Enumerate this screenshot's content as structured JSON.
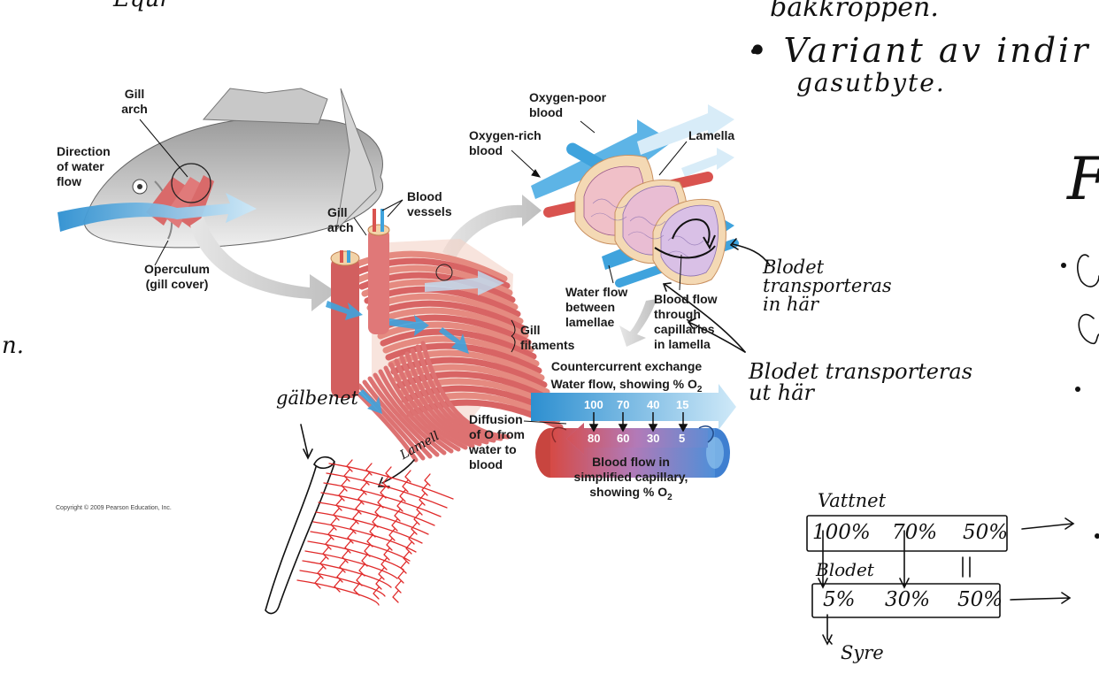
{
  "textbook": {
    "labels": {
      "gill_arch_fish": "Gill\narch",
      "water_flow_direction": "Direction\nof water\nflow",
      "operculum": "Operculum\n(gill cover)",
      "gill_arch_detail": "Gill\narch",
      "blood_vessels": "Blood\nvessels",
      "gill_filaments": "Gill\nfilaments",
      "oxygen_poor_blood": "Oxygen-poor\nblood",
      "oxygen_rich_blood": "Oxygen-rich\nblood",
      "lamella": "Lamella",
      "water_between_lamellae": "Water flow\nbetween\nlamellae",
      "blood_through_capillaries": "Blood flow\nthrough\ncapillaries\nin lamella",
      "countercurrent_title": "Countercurrent exchange",
      "water_flow_pct": "Water flow, showing % O",
      "diffusion": "Diffusion\nof O  from\nwater to\nblood",
      "blood_flow_capillary": "Blood flow in\nsimplified capillary,\nshowing % O",
      "subscript_2": "2"
    },
    "water_o2_percent": [
      "100",
      "70",
      "40",
      "15"
    ],
    "blood_o2_percent": [
      "80",
      "60",
      "30",
      "5"
    ],
    "copyright": "Copyright © 2009 Pearson Education, Inc."
  },
  "handwriting": {
    "top_left_partial": "Equr",
    "top_right_1": "bakkroppen.",
    "top_right_2": "• Variant av indir",
    "top_right_3": "gasutbyte.",
    "right_edge_letter": "F",
    "left_edge": "n.",
    "blood_in": "Blodet\ntransporteras\nin här",
    "blood_out": "Blodet transporteras\nut här",
    "gill_bone": "gälbenet",
    "lamell": "Lamell",
    "water_box_title": "Vattnet",
    "water_values": [
      "100%",
      "70%",
      "50%"
    ],
    "blood_box_title": "Blodet",
    "blood_values": [
      "5%",
      "30%",
      "50%"
    ],
    "oxygen": "Syre",
    "equal_sign": "||"
  },
  "colors": {
    "water_blue": "#3fa3dd",
    "blood_red": "#d9534f",
    "muscle_red": "#e07070",
    "capillary_purple": "#8a6fb0",
    "handwriting_red": "#e02a2a"
  }
}
